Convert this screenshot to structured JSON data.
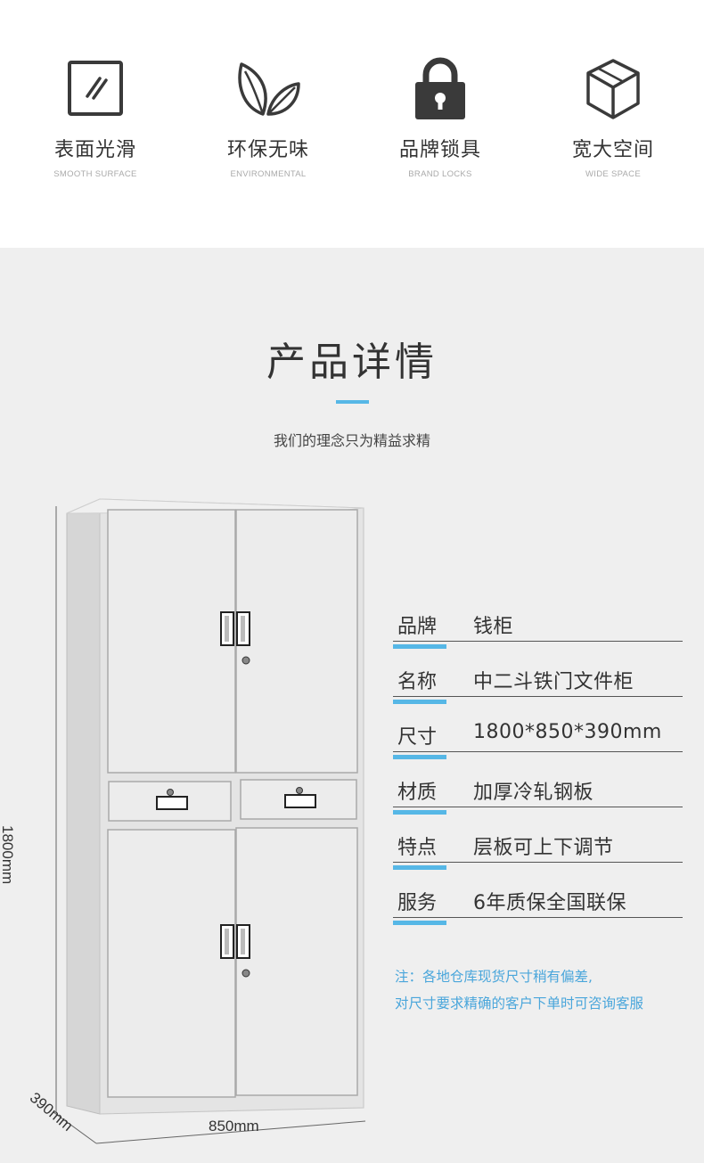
{
  "features": [
    {
      "icon": "smooth-surface-icon",
      "title": "表面光滑",
      "subtitle": "SMOOTH SURFACE"
    },
    {
      "icon": "leaf-icon",
      "title": "环保无味",
      "subtitle": "ENVIRONMENTAL"
    },
    {
      "icon": "lock-icon",
      "title": "品牌锁具",
      "subtitle": "BRAND LOCKS"
    },
    {
      "icon": "cube-icon",
      "title": "宽大空间",
      "subtitle": "WIDE SPACE"
    }
  ],
  "detail": {
    "title": "产品详情",
    "subtitle": "我们的理念只为精益求精",
    "specs": [
      {
        "key": "品牌",
        "value": "钱柜"
      },
      {
        "key": "名称",
        "value": "中二斗铁门文件柜"
      },
      {
        "key": "尺寸",
        "value": "1800*850*390mm"
      },
      {
        "key": "材质",
        "value": "加厚冷轧钢板"
      },
      {
        "key": "特点",
        "value": "层板可上下调节"
      },
      {
        "key": "服务",
        "value": "6年质保全国联保"
      }
    ],
    "note": [
      "注：各地仓库现货尺寸稍有偏差,",
      "对尺寸要求精确的客户下单时可咨询客服"
    ],
    "dimensions": {
      "height": "1800mm",
      "width": "850mm",
      "depth": "390mm"
    }
  },
  "colors": {
    "accent": "#56b7e6",
    "note": "#4aa6db",
    "detail_bg": "#efefef",
    "icon": "#3a3a3a"
  }
}
